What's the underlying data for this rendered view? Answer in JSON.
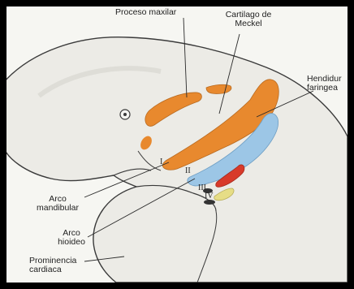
{
  "labels": {
    "proceso_maxilar": "Proceso maxilar",
    "cartilago_line1": "Cartilago de",
    "cartilago_line2": "Meckel",
    "hendidura_line1": "Hendidur",
    "hendidura_line2": "faringea",
    "arco_mandibular_line1": "Arco",
    "arco_mandibular_line2": "mandibular",
    "arco_hioideo_line1": "Arco",
    "arco_hioideo_line2": "hioideo",
    "prominencia_line1": "Prominencia",
    "prominencia_line2": "cardiaca"
  },
  "arch_numerals": {
    "i": "I",
    "ii": "II",
    "iii": "III",
    "iv": "IV"
  },
  "colors": {
    "frame": "#000000",
    "background": "#f6f6f2",
    "embryo_fill": "#ecebe6",
    "outline": "#3a3a3a",
    "cartilage_orange": "#e8892e",
    "arch_blue": "#9cc6e6",
    "arch_red": "#d83a2a",
    "arch_yellow": "#e6dd86",
    "leader_line": "#2a2a2a"
  }
}
